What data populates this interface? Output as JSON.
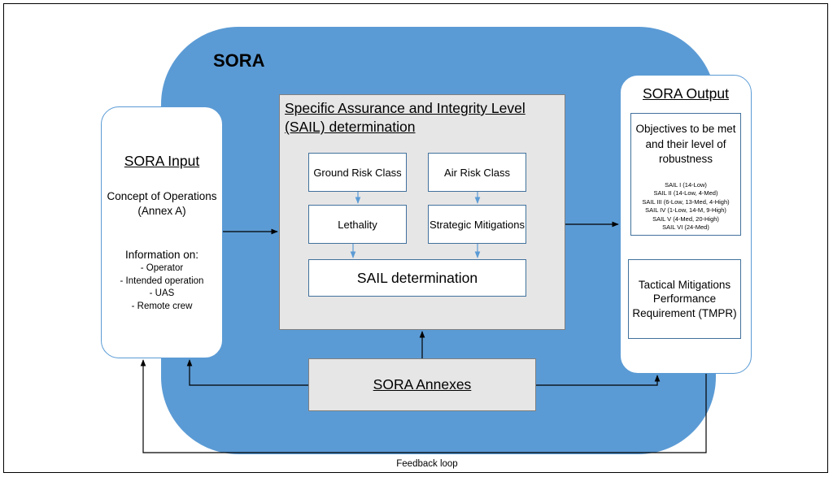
{
  "diagram": {
    "title": "SORA",
    "input": {
      "title": "SORA Input",
      "concept": "Concept of Operations (Annex A)",
      "information_label": "Information on:",
      "information_items": [
        "- Operator",
        "- Intended operation",
        "- UAS",
        "- Remote crew"
      ]
    },
    "center": {
      "title": "Specific Assurance and Integrity Level (SAIL) determination",
      "ground_risk": "Ground Risk Class",
      "air_risk": "Air Risk Class",
      "lethality": "Lethality",
      "strategic": "Strategic Mitigations",
      "sail_determination": "SAIL determination"
    },
    "output": {
      "title": "SORA Output",
      "objectives": "Objectives to be met and their level of robustness",
      "sail_levels": [
        "SAIL I (14-Low)",
        "SAIL II (14-Low, 4-Med)",
        "SAIL III (6-Low, 13-Med, 4-High)",
        "SAIL IV (1-Low, 14-M, 9-High)",
        "SAIL V (4-Med, 20-High)",
        "SAIL VI (24-Med)"
      ],
      "tmpr": "Tactical Mitigations Performance Requirement (TMPR)"
    },
    "annexes": "SORA Annexes",
    "feedback": "Feedback loop",
    "colors": {
      "blob": "#5b9bd5",
      "grey_box": "#e7e6e6",
      "box_border": "#41719c",
      "inner_arrow": "#5b9bd5"
    }
  }
}
